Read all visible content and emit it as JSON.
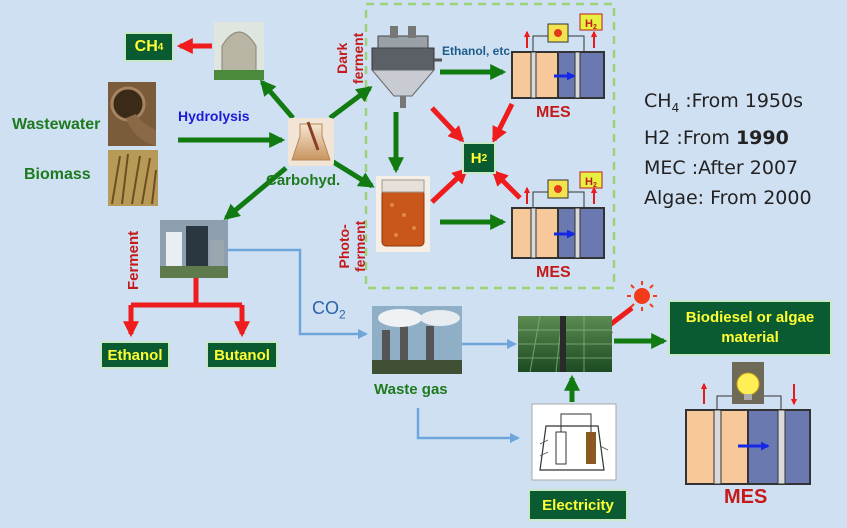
{
  "labels": {
    "wastewater": "Wastewater",
    "biomass": "Biomass",
    "hydrolysis": "Hydrolysis",
    "carbohyd": "Carbohyd.",
    "ferment": "Ferment",
    "dark_ferment_1": "Dark",
    "dark_ferment_2": "ferment",
    "photo_ferment_1": "Photo-",
    "photo_ferment_2": "ferment",
    "ethanol_etc": "Ethanol, etc",
    "mes_top": "MES",
    "mes_mid": "MES",
    "mes_bottom": "MES",
    "co2_main": "CO",
    "co2_sub": "2",
    "waste_gas": "Waste gas"
  },
  "boxes": {
    "ch4_main": "CH",
    "ch4_sub": "4",
    "h2_main": "H",
    "h2_sub": "2",
    "ethanol": "Ethanol",
    "butanol": "Butanol",
    "biodiesel": "Biodiesel or algae material",
    "electricity": "Electricity"
  },
  "timeline": {
    "ch4_a": "CH",
    "ch4_sub": "4",
    "ch4_b": " :From 1950s",
    "h2_a": "H2 :From ",
    "h2_b": "1990",
    "mec": "MEC :After 2007",
    "algae": "Algae: From 2000"
  },
  "colors": {
    "background": "#cfe0f3",
    "green_arrow": "#117a11",
    "red_arrow": "#ee1c1c",
    "blue_line": "#6ea6dc",
    "box_fill": "#0a5a32",
    "box_text": "#ffff33",
    "dashed_border": "#9cd27a"
  },
  "icons": [
    "digester-photo",
    "sewer-pipe-photo",
    "biomass-photo",
    "carbohydrate-flask-photo",
    "fermenter-tank",
    "photobioreactor-flask",
    "bioplant-photo",
    "smokestack-photo",
    "algae-pond-photo",
    "electrochemical-cell-drawing",
    "sun-icon",
    "light-bulb-icon",
    "mes-cell"
  ]
}
